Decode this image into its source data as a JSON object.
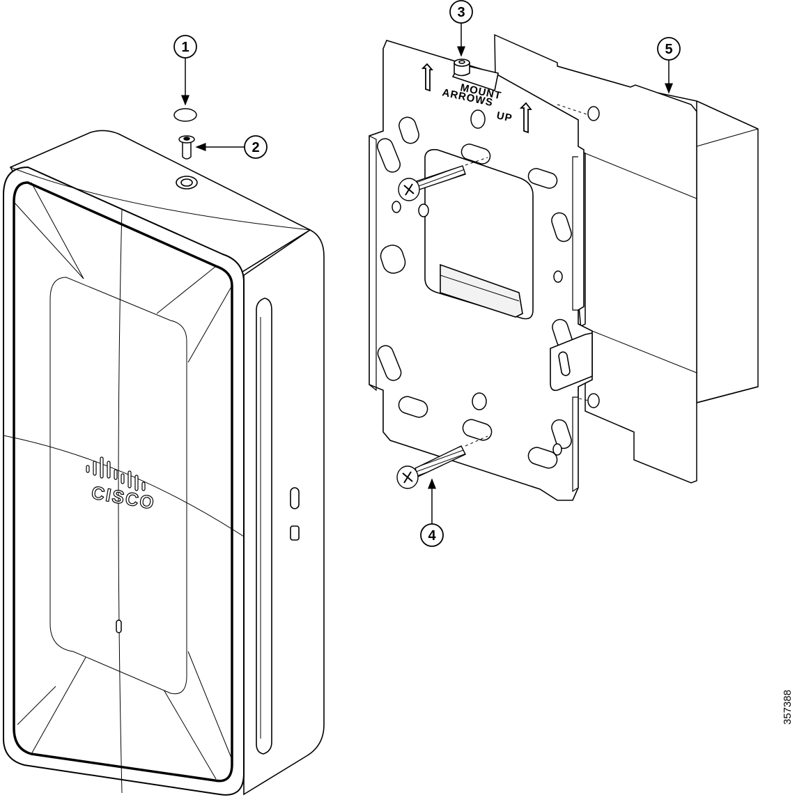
{
  "figure": {
    "callouts": [
      "1",
      "2",
      "3",
      "4",
      "5"
    ],
    "bracket_label_line1": "MOUNT",
    "bracket_label_line2": "ARROWS",
    "bracket_label_up": "UP",
    "brand_logo_text": "CISCO",
    "figure_id": "357388"
  },
  "colors": {
    "line": "#000000",
    "fill": "#ffffff",
    "light_shade": "#f2f2f2"
  },
  "icons": [
    "access-point",
    "screw-plug-cap",
    "security-screw",
    "mounting-bracket",
    "mounting-screw",
    "electrical-junction-box",
    "up-arrow"
  ]
}
